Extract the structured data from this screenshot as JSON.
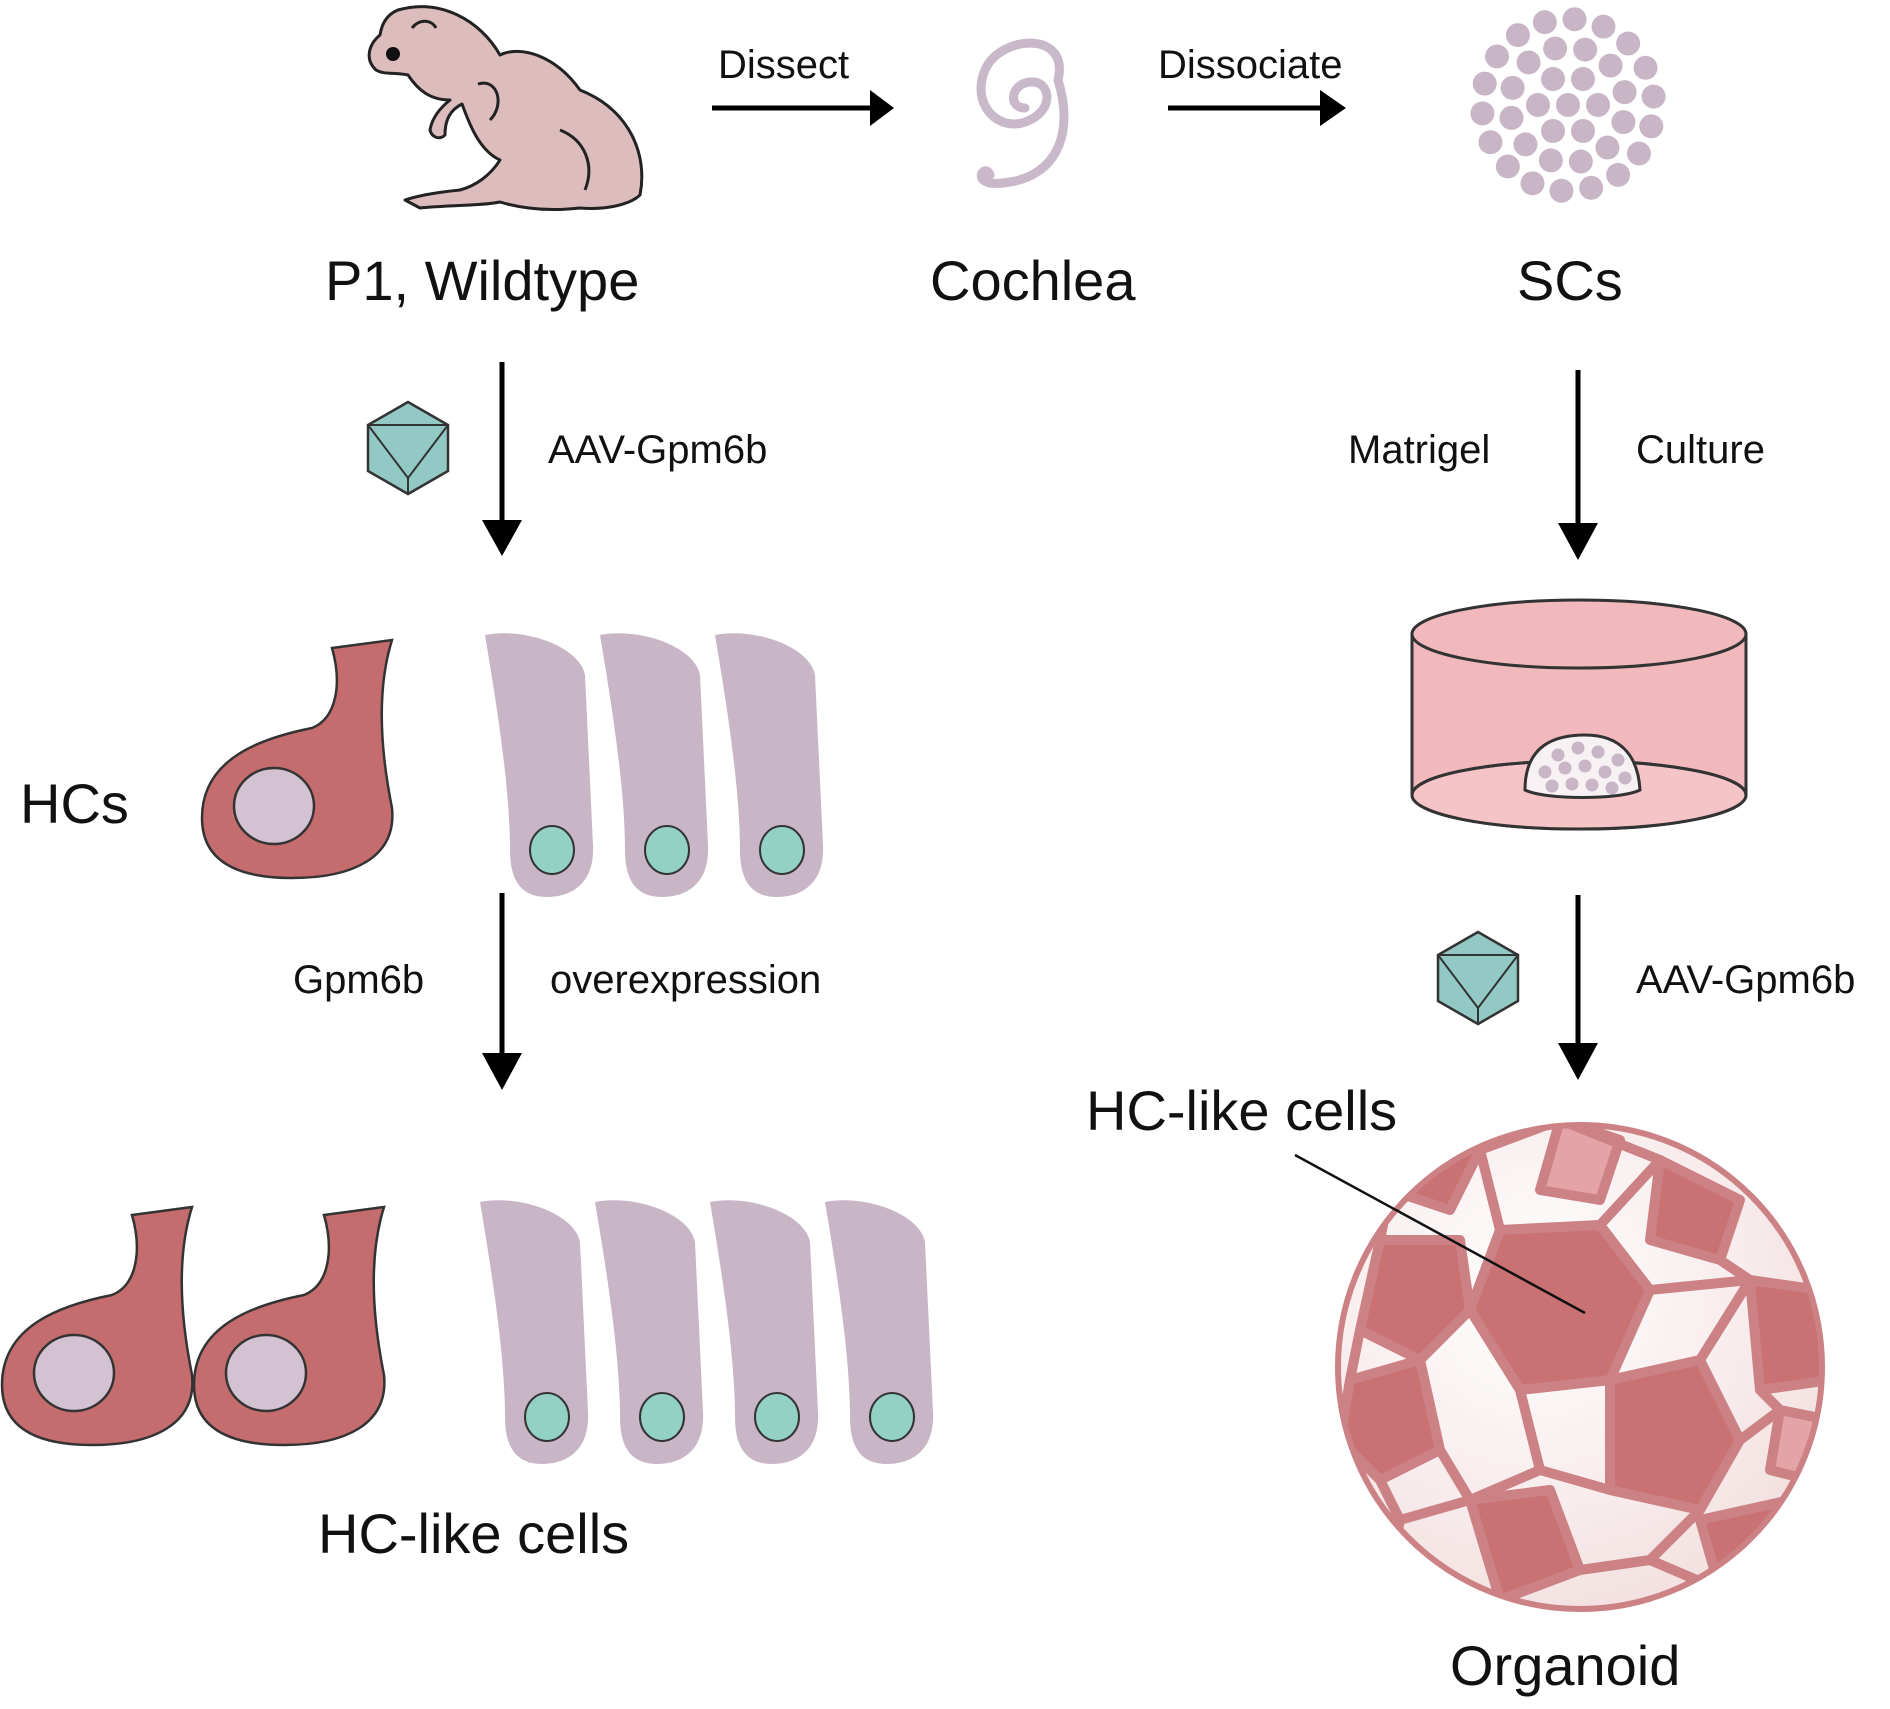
{
  "labels": {
    "p1_wildtype": "P1, Wildtype",
    "cochlea": "Cochlea",
    "scs": "SCs",
    "hcs": "HCs",
    "hc_like_cells_left": "HC-like cells",
    "hc_like_cells_right": "HC-like cells",
    "organoid": "Organoid"
  },
  "arrows": {
    "dissect": "Dissect",
    "dissociate": "Dissociate",
    "aav_left": "AAV-Gpm6b",
    "gpm6b": "Gpm6b",
    "overexpression": "overexpression",
    "matrigel": "Matrigel",
    "culture": "Culture",
    "aav_right": "AAV-Gpm6b"
  },
  "colors": {
    "mouse_body": "#dcbcbc",
    "hair_cell": "#c46c6e",
    "hair_cell_nucleus": "#d2c2d2",
    "supporting_cell": "#c8b6c7",
    "supporting_cell_nucleus": "#93d1c4",
    "virus": "#93c9c4",
    "culture_dish": "#f2b9bc",
    "organoid_fill": "#f9ebeb",
    "organoid_dark": "#c97173",
    "organoid_edge": "#cc8285"
  }
}
